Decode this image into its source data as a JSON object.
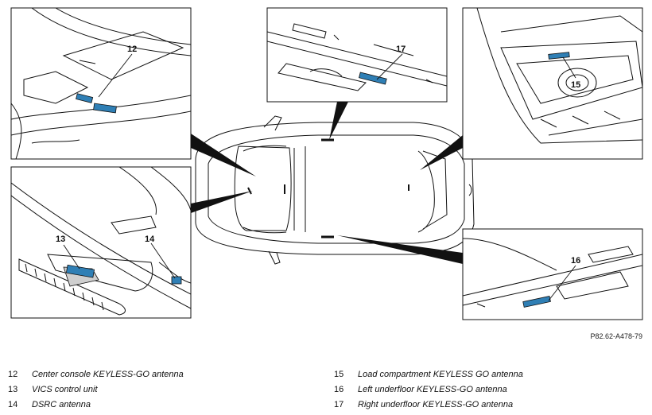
{
  "figure": {
    "reference": "P82.62-A478-79",
    "callouts": {
      "c12": "12",
      "c13": "13",
      "c14": "14",
      "c15": "15",
      "c16": "16",
      "c17": "17"
    },
    "colors": {
      "highlight": "#2f7fb5",
      "line": "#111111"
    }
  },
  "legend": {
    "left": [
      {
        "num": "12",
        "text": "Center console KEYLESS-GO antenna"
      },
      {
        "num": "13",
        "text": "VICS control unit"
      },
      {
        "num": "14",
        "text": "DSRC antenna"
      }
    ],
    "right": [
      {
        "num": "15",
        "text": "Load compartment KEYLESS GO antenna"
      },
      {
        "num": "16",
        "text": "Left underfloor KEYLESS-GO antenna"
      },
      {
        "num": "17",
        "text": "Right underfloor KEYLESS-GO antenna"
      }
    ]
  }
}
